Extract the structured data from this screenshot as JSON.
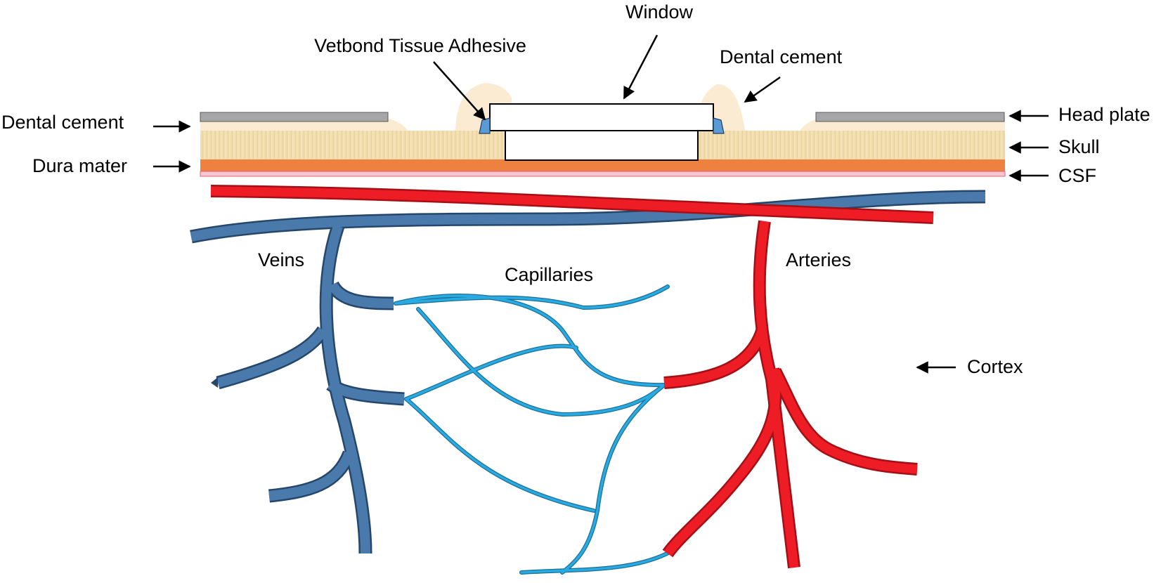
{
  "labels": {
    "window": "Window",
    "vetbond": "Vetbond Tissue Adhesive",
    "dental_cement_top": "Dental cement",
    "dental_cement_left": "Dental cement",
    "head_plate": "Head plate",
    "skull": "Skull",
    "dura_mater": "Dura mater",
    "csf": "CSF",
    "veins": "Veins",
    "capillaries": "Capillaries",
    "arteries": "Arteries",
    "cortex": "Cortex"
  },
  "colors": {
    "skull": "#f0dcae",
    "dura_mater": "#ee8140",
    "csf": "#f7c7cf",
    "csf_border": "#e0607a",
    "head_plate": "#a6a6a6",
    "dental_cement": "#fbebd3",
    "vetbond": "#5b9bd5",
    "veins": "#3f6f9e",
    "capillaries": "#26a9e0",
    "arteries": "#ee1c24"
  }
}
